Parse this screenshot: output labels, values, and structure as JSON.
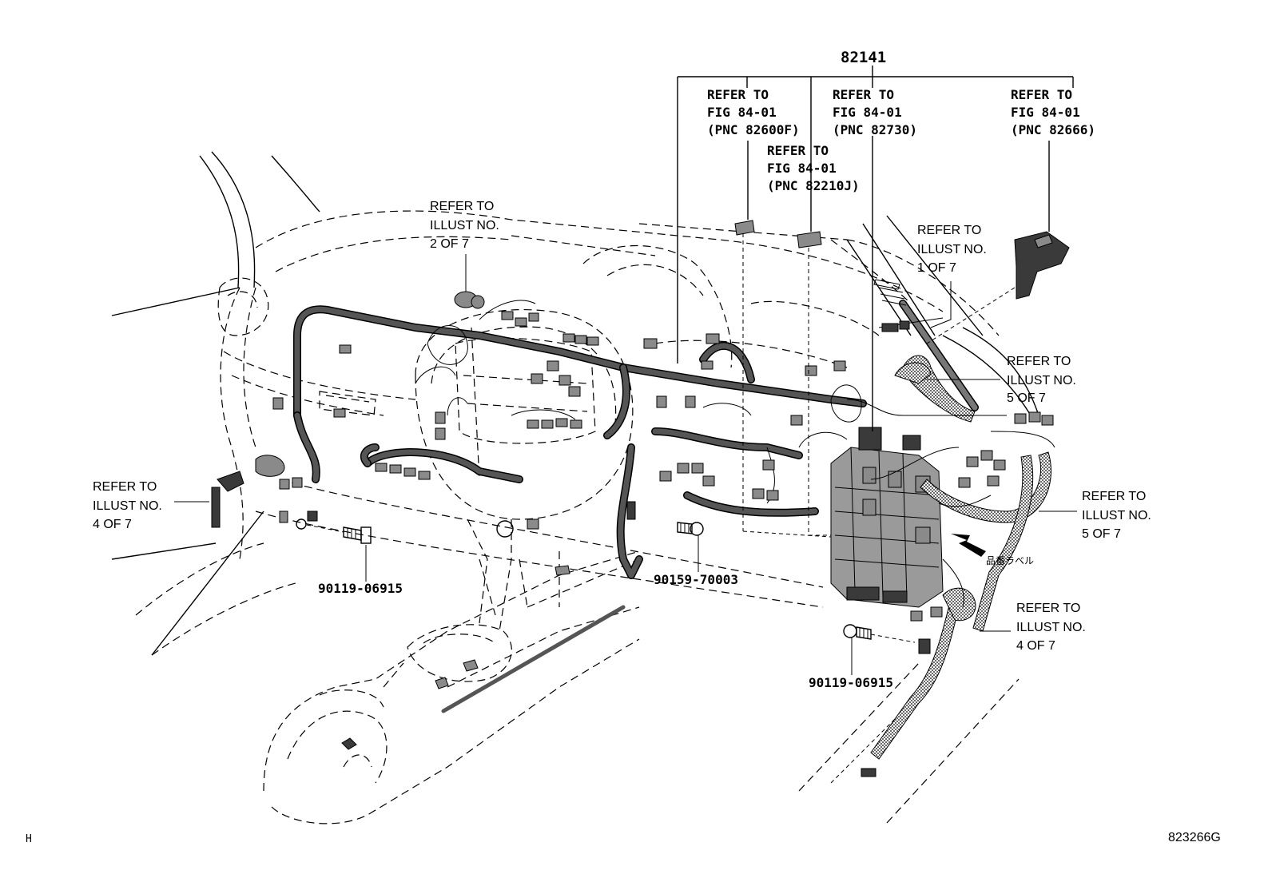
{
  "callouts": {
    "main_part": "82141",
    "refer_fig_82600f": [
      "REFER TO",
      "FIG 84-01",
      "(PNC 82600F)"
    ],
    "refer_fig_82730": [
      "REFER TO",
      "FIG 84-01",
      "(PNC 82730)"
    ],
    "refer_fig_82666": [
      "REFER TO",
      "FIG 84-01",
      "(PNC 82666)"
    ],
    "refer_fig_82210j": [
      "REFER TO",
      "FIG 84-01",
      "(PNC 82210J)"
    ],
    "illust_2_of_7": [
      "REFER TO",
      "ILLUST NO.",
      "2 OF 7"
    ],
    "illust_1_of_7": [
      "REFER TO",
      "ILLUST NO.",
      "1 OF 7"
    ],
    "illust_5_of_7_upper": [
      "REFER TO",
      "ILLUST NO.",
      "5 OF 7"
    ],
    "illust_5_of_7_lower": [
      "REFER TO",
      "ILLUST NO.",
      "5 OF 7"
    ],
    "illust_4_of_7_left": [
      "REFER TO",
      "ILLUST NO.",
      "4 OF 7"
    ],
    "illust_4_of_7_right": [
      "REFER TO",
      "ILLUST NO.",
      "4 OF 7"
    ],
    "bolt_left": "90119-06915",
    "bolt_center": "90159-70003",
    "bolt_right": "90119-06915",
    "label_note": "品番ラベル"
  },
  "footer": {
    "corner_mark": "H",
    "illustration_id": "823266G"
  }
}
